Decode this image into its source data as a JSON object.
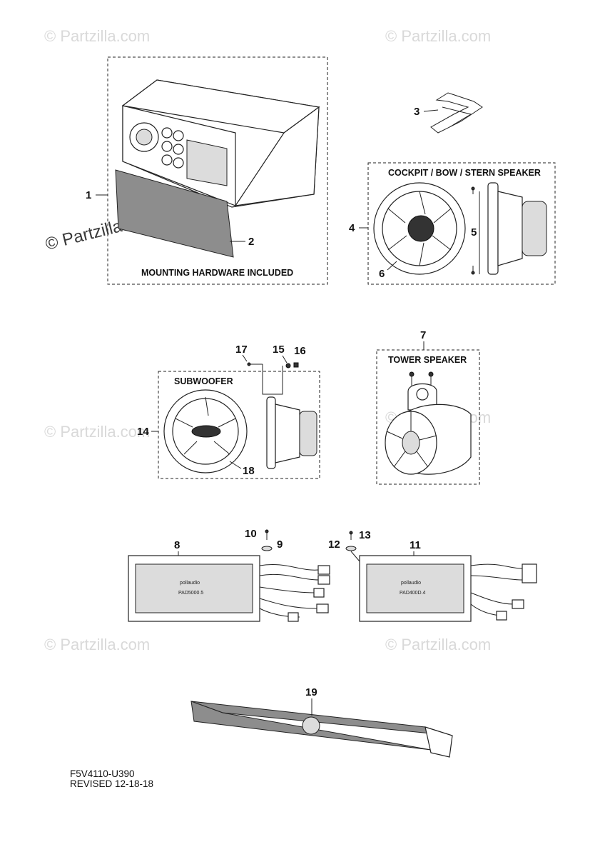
{
  "watermark": {
    "text": "© Partzilla.com",
    "text_prominent": "© Partzilla.com"
  },
  "captions": {
    "mounting_hardware": "MOUNTING HARDWARE INCLUDED",
    "cockpit_speaker": "COCKPIT / BOW / STERN SPEAKER",
    "subwoofer": "SUBWOOFER",
    "tower_speaker": "TOWER  SPEAKER"
  },
  "callouts": {
    "c1": "1",
    "c2": "2",
    "c3": "3",
    "c4": "4",
    "c5": "5",
    "c6": "6",
    "c7": "7",
    "c8": "8",
    "c9": "9",
    "c10": "10",
    "c11": "11",
    "c12": "12",
    "c13": "13",
    "c14": "14",
    "c15": "15",
    "c16": "16",
    "c17": "17",
    "c18": "18",
    "c19": "19"
  },
  "amp_labels": {
    "amp_left_brand": "pollaudio",
    "amp_left_model": "PAD5000.5",
    "amp_right_brand": "pollaudio",
    "amp_right_model": "PAD400D.4"
  },
  "footer": {
    "drawing_number": "F5V4110-U390",
    "revised": "REVISED 12-18-18"
  }
}
